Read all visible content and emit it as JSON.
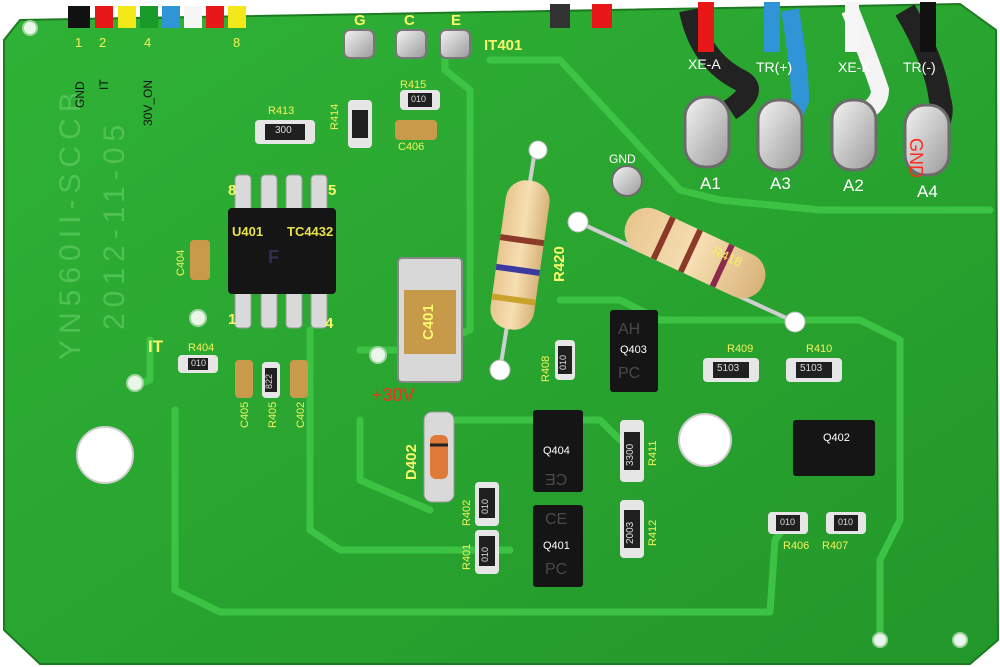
{
  "header_pins": {
    "numbers": [
      "1",
      "2",
      "4",
      "8"
    ],
    "names": [
      "GND",
      "IT",
      "30V_ON"
    ]
  },
  "transistor_pins": [
    "G",
    "C",
    "E"
  ],
  "board_ref": "IT401",
  "wires": [
    "XE-A",
    "TR(+)",
    "XE-K",
    "TR(-)"
  ],
  "ground_red": "GND",
  "pads": [
    "A1",
    "A3",
    "A2",
    "A4"
  ],
  "gnd_label": "GND",
  "ic": {
    "ref": "U401",
    "part": "TC4432",
    "pin1": "1",
    "pin4": "4",
    "pin5": "5",
    "pin8": "8",
    "marking": "F"
  },
  "net_it": "IT",
  "voltage": "+30V",
  "cap_c401": "C401",
  "diode": "D402",
  "refs": {
    "r413": "R413",
    "r414": "R414",
    "r415": "R415",
    "c406": "C406",
    "c404": "C404",
    "r404": "R404",
    "c405": "C405",
    "r405": "R405",
    "c402": "C402",
    "r420": "R420",
    "r418": "R418",
    "r408": "R408",
    "q403": "Q403",
    "r409": "R409",
    "r410": "R410",
    "q404": "Q404",
    "r411": "R411",
    "r402": "R402",
    "r401": "R401",
    "q401": "Q401",
    "r412": "R412",
    "q402": "Q402",
    "r406": "R406",
    "r407": "R407"
  },
  "codes": {
    "r413": "300",
    "r415": "010",
    "r404": "010",
    "r405": "822",
    "r408": "010",
    "r409": "5103",
    "r410": "5103",
    "r411": "3300",
    "r402": "010",
    "r401": "010",
    "r412": "2003",
    "r406": "010",
    "r407": "010"
  },
  "chip_marks": {
    "q403_a": "AH",
    "q403_b": "PC",
    "q404": "CE",
    "q401_a": "CE",
    "q401_b": "PC"
  },
  "board_print": {
    "line1": "YN560II-SCCB",
    "line2": "2012-11-05"
  },
  "colors": {
    "board": "#2aa530",
    "silk": "#f3f35a",
    "wire_red": "#e81818",
    "wire_blue": "#2f95d6"
  }
}
